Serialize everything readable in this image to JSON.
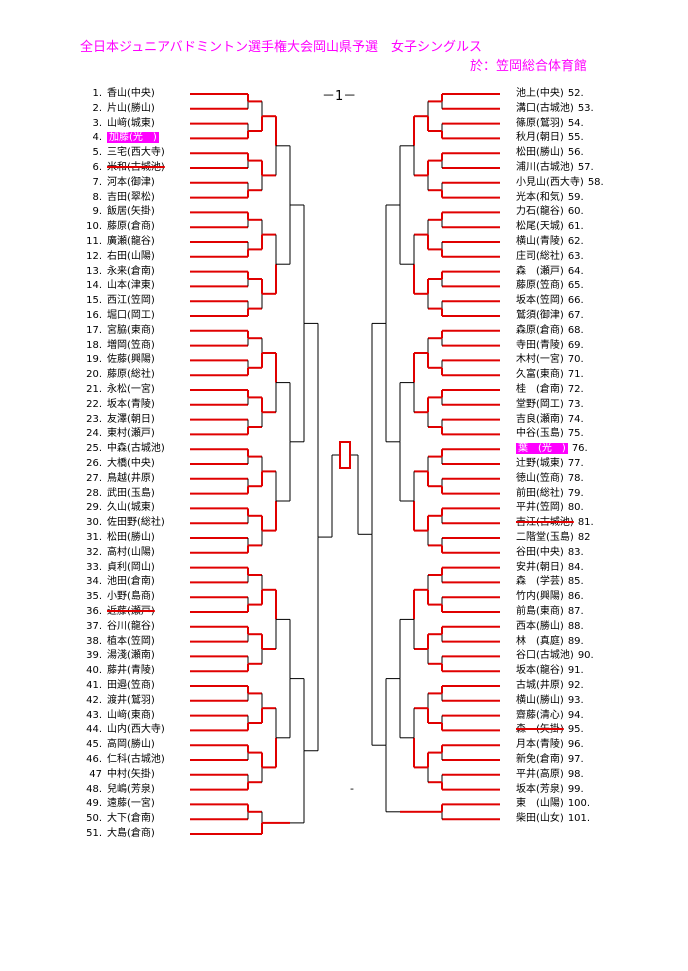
{
  "header": {
    "title": "全日本ジュニアバドミントン選手権大会岡山県予選　女子シングルス",
    "venue": "於：笠岡総合体育館",
    "page_marker": "－1－",
    "footer_mark": "-"
  },
  "colors": {
    "title": "#ff00ff",
    "win_line": "#e00000",
    "line": "#000000",
    "highlight": "#ff00ff"
  },
  "left_entries": [
    {
      "num": "1.",
      "name": "香山(中央)"
    },
    {
      "num": "2.",
      "name": "片山(勝山)"
    },
    {
      "num": "3.",
      "name": "山﨑(城東)"
    },
    {
      "num": "4.",
      "name": "加藤(光　)",
      "highlight": true
    },
    {
      "num": "5.",
      "name": "三宅(西大寺)"
    },
    {
      "num": "6.",
      "name": "米和(古城池)",
      "strike": true
    },
    {
      "num": "7.",
      "name": "河本(御津)"
    },
    {
      "num": "8.",
      "name": "吉田(翠松)"
    },
    {
      "num": "9.",
      "name": "飯居(矢掛)"
    },
    {
      "num": "10.",
      "name": "藤原(倉商)"
    },
    {
      "num": "11.",
      "name": "廣瀬(龍谷)"
    },
    {
      "num": "12.",
      "name": "右田(山陽)"
    },
    {
      "num": "13.",
      "name": "永来(倉南)"
    },
    {
      "num": "14.",
      "name": "山本(津東)"
    },
    {
      "num": "15.",
      "name": "西江(笠岡)"
    },
    {
      "num": "16.",
      "name": "堀口(岡工)"
    },
    {
      "num": "17.",
      "name": "宮脇(東商)"
    },
    {
      "num": "18.",
      "name": "増岡(笠商)"
    },
    {
      "num": "19.",
      "name": "佐藤(興陽)"
    },
    {
      "num": "20.",
      "name": "藤原(総社)"
    },
    {
      "num": "21.",
      "name": "永松(一宮)"
    },
    {
      "num": "22.",
      "name": "坂本(青陵)"
    },
    {
      "num": "23.",
      "name": "友澤(朝日)"
    },
    {
      "num": "24.",
      "name": "東村(瀬戸)"
    },
    {
      "num": "25.",
      "name": "中森(古城池)"
    },
    {
      "num": "26.",
      "name": "大橋(中央)"
    },
    {
      "num": "27.",
      "name": "鳥越(井原)"
    },
    {
      "num": "28.",
      "name": "武田(玉島)"
    },
    {
      "num": "29.",
      "name": "久山(城東)"
    },
    {
      "num": "30.",
      "name": "佐田野(総社)"
    },
    {
      "num": "31.",
      "name": "松田(勝山)"
    },
    {
      "num": "32.",
      "name": "高村(山陽)"
    },
    {
      "num": "33.",
      "name": "貞利(岡山)"
    },
    {
      "num": "34.",
      "name": "池田(倉南)"
    },
    {
      "num": "35.",
      "name": "小野(島商)"
    },
    {
      "num": "36.",
      "name": "近藤(瀬戸)",
      "strike": true
    },
    {
      "num": "37.",
      "name": "谷川(龍谷)"
    },
    {
      "num": "38.",
      "name": "植本(笠岡)"
    },
    {
      "num": "39.",
      "name": "湯淺(瀬南)"
    },
    {
      "num": "40.",
      "name": "藤井(青陵)"
    },
    {
      "num": "41.",
      "name": "田邉(笠商)"
    },
    {
      "num": "42.",
      "name": "渡井(鷲羽)"
    },
    {
      "num": "43.",
      "name": "山﨑(東商)"
    },
    {
      "num": "44.",
      "name": "山内(西大寺)"
    },
    {
      "num": "45.",
      "name": "高岡(勝山)"
    },
    {
      "num": "46.",
      "name": "仁科(古城池)"
    },
    {
      "num": "47",
      "name": "中村(矢掛)"
    },
    {
      "num": "48.",
      "name": "兒嶋(芳泉)"
    },
    {
      "num": "49.",
      "name": "遠藤(一宮)"
    },
    {
      "num": "50.",
      "name": "大下(倉南)"
    },
    {
      "num": "51.",
      "name": "大島(倉商)"
    }
  ],
  "right_entries": [
    {
      "num": "52.",
      "name": "池上(中央)"
    },
    {
      "num": "53.",
      "name": "溝口(古城池)"
    },
    {
      "num": "54.",
      "name": "篠原(鷲羽)"
    },
    {
      "num": "55.",
      "name": "秋月(朝日)"
    },
    {
      "num": "56.",
      "name": "松田(勝山)"
    },
    {
      "num": "57.",
      "name": "浦川(古城池)"
    },
    {
      "num": "58.",
      "name": "小見山(西大寺)"
    },
    {
      "num": "59.",
      "name": "光本(和気)"
    },
    {
      "num": "60.",
      "name": "力石(龍谷)"
    },
    {
      "num": "61.",
      "name": "松尾(天城)"
    },
    {
      "num": "62.",
      "name": "横山(青陵)"
    },
    {
      "num": "63.",
      "name": "庄司(総社)"
    },
    {
      "num": "64.",
      "name": "森　(瀬戸)"
    },
    {
      "num": "65.",
      "name": "藤原(笠商)"
    },
    {
      "num": "66.",
      "name": "坂本(笠岡)"
    },
    {
      "num": "67.",
      "name": "鷲須(御津)"
    },
    {
      "num": "68.",
      "name": "森原(倉商)"
    },
    {
      "num": "69.",
      "name": "寺田(青陵)"
    },
    {
      "num": "70.",
      "name": "木村(一宮)"
    },
    {
      "num": "71.",
      "name": "久富(東商)"
    },
    {
      "num": "72.",
      "name": "桂　(倉南)"
    },
    {
      "num": "73.",
      "name": "堂野(岡工)"
    },
    {
      "num": "74.",
      "name": "吉良(瀬南)"
    },
    {
      "num": "75.",
      "name": "中谷(玉島)"
    },
    {
      "num": "76.",
      "name": "葉　(光　)",
      "highlight": true
    },
    {
      "num": "77.",
      "name": "辻野(城東)"
    },
    {
      "num": "78.",
      "name": "徳山(笠商)"
    },
    {
      "num": "79.",
      "name": "前田(総社)"
    },
    {
      "num": "80.",
      "name": "平井(笠岡)"
    },
    {
      "num": "81.",
      "name": "吉江(古城池)",
      "strike": true
    },
    {
      "num": "82",
      "name": "二階堂(玉島)"
    },
    {
      "num": "83.",
      "name": "谷田(中央)"
    },
    {
      "num": "84.",
      "name": "安井(朝日)"
    },
    {
      "num": "85.",
      "name": "森　(学芸)"
    },
    {
      "num": "86.",
      "name": "竹内(興陽)"
    },
    {
      "num": "87.",
      "name": "前島(東商)"
    },
    {
      "num": "88.",
      "name": "西本(勝山)"
    },
    {
      "num": "89.",
      "name": "林　(真庭)"
    },
    {
      "num": "90.",
      "name": "谷口(古城池)"
    },
    {
      "num": "91.",
      "name": "坂本(龍谷)"
    },
    {
      "num": "92.",
      "name": "古城(井原)"
    },
    {
      "num": "93.",
      "name": "横山(勝山)"
    },
    {
      "num": "94.",
      "name": "齋藤(清心)"
    },
    {
      "num": "95.",
      "name": "森　(矢掛)",
      "strike": true
    },
    {
      "num": "96.",
      "name": "月本(青陵)"
    },
    {
      "num": "97.",
      "name": "新免(倉南)"
    },
    {
      "num": "98.",
      "name": "平井(高原)"
    },
    {
      "num": "99.",
      "name": "坂本(芳泉)"
    },
    {
      "num": "100.",
      "name": "東　(山陽)"
    },
    {
      "num": "101.",
      "name": "柴田(山女)"
    }
  ]
}
